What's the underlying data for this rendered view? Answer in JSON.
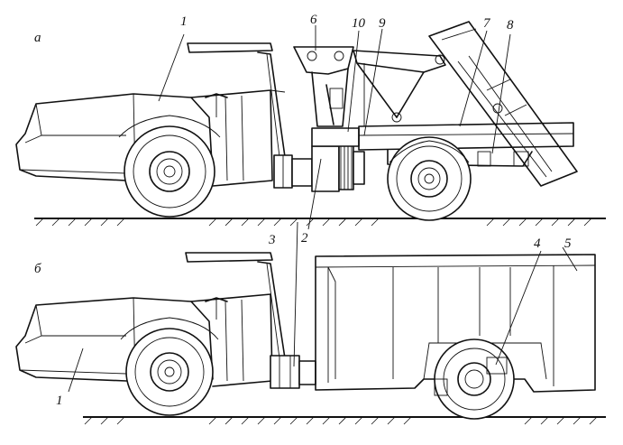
{
  "figure": {
    "view_a_letter": "a",
    "view_b_letter": "б",
    "callouts": [
      {
        "id": "c1-top",
        "text": "1"
      },
      {
        "id": "c6",
        "text": "6"
      },
      {
        "id": "c10",
        "text": "10"
      },
      {
        "id": "c9",
        "text": "9"
      },
      {
        "id": "c7",
        "text": "7"
      },
      {
        "id": "c8",
        "text": "8"
      },
      {
        "id": "c3",
        "text": "3"
      },
      {
        "id": "c2",
        "text": "2"
      },
      {
        "id": "c4",
        "text": "4"
      },
      {
        "id": "c5",
        "text": "5"
      },
      {
        "id": "c1-bottom",
        "text": "1"
      }
    ]
  }
}
